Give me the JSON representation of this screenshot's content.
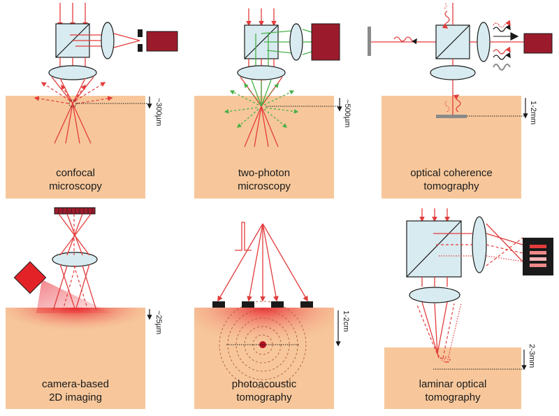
{
  "panels": [
    {
      "id": "confocal",
      "caption_lines": [
        "confocal",
        "microscopy"
      ],
      "depth": "~300µm"
    },
    {
      "id": "two-photon",
      "caption_lines": [
        "two-photon",
        "microscopy"
      ],
      "depth": "~500µm"
    },
    {
      "id": "oct",
      "caption_lines": [
        "optical coherence",
        "tomography"
      ],
      "depth": "1-2mm"
    },
    {
      "id": "camera",
      "caption_lines": [
        "camera-based",
        "2D imaging"
      ],
      "depth": "~25µm"
    },
    {
      "id": "photoacoustic",
      "caption_lines": [
        "photoacoustic",
        "tomography"
      ],
      "depth": "1-2cm"
    },
    {
      "id": "laminar",
      "caption_lines": [
        "laminar optical",
        "tomography"
      ],
      "depth": "2-3mm"
    }
  ],
  "colors": {
    "tissue": "#f7c79b",
    "ray": "#e33b3b",
    "detector": "#9b1b2c",
    "optic": "#d8ebf0",
    "green": "#45b045"
  }
}
